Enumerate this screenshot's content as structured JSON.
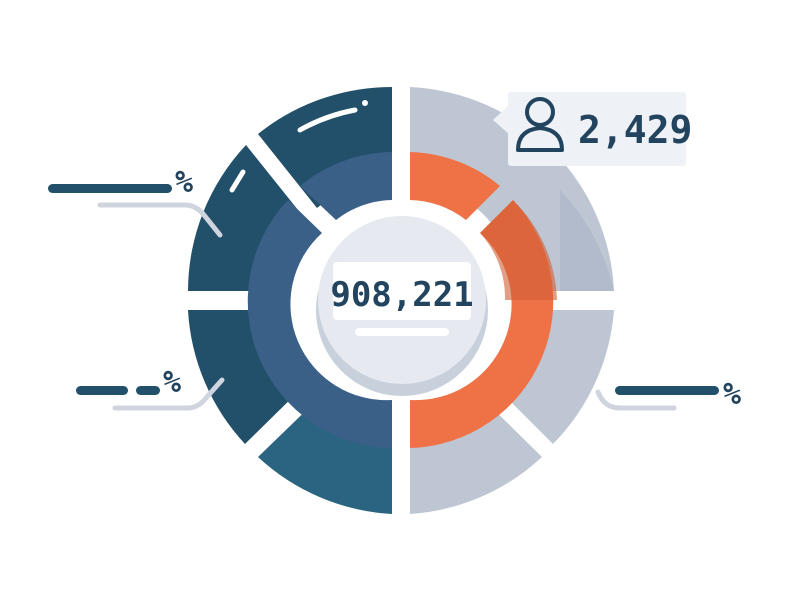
{
  "center": {
    "value": "908,221"
  },
  "callout": {
    "icon": "user-icon",
    "value": "2,429"
  },
  "labels": [
    {
      "id": "top-left",
      "text": "%"
    },
    {
      "id": "bottom-left",
      "text": "%"
    },
    {
      "id": "right",
      "text": "%"
    }
  ],
  "colors": {
    "dark_navy": "#22506a",
    "dark_teal": "#2b6480",
    "slate_blue": "#3a6088",
    "orange": "#ef7246",
    "orange_dark": "#d15e36",
    "light_gray": "#bfc6d3",
    "center_fill": "#e6e9ef",
    "text": "#22445f"
  }
}
